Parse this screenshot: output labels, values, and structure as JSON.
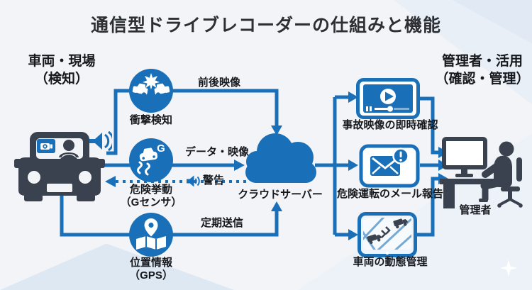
{
  "title": "通信型ドライブレコーダーの仕組みと機能",
  "vehicle_side": {
    "header_line1": "車両・現場",
    "header_line2": "（検知）",
    "impact": {
      "label": "衝撃検知",
      "flow_label": "前後映像"
    },
    "g_sensor": {
      "label_line1": "危険挙動",
      "label_line2": "（Gセンサ）",
      "g_letter": "G",
      "flow_label": "データ・映像",
      "warning_label": "警告"
    },
    "gps": {
      "label_line1": "位置情報",
      "label_line2": "（GPS）",
      "flow_label": "定期送信"
    }
  },
  "cloud": {
    "label": "クラウドサーバー"
  },
  "admin_side": {
    "header_line1": "管理者・活用",
    "header_line2": "（確認・管理）",
    "video_check": {
      "label": "事故映像の即時確認"
    },
    "mail_report": {
      "label": "危険運転のメール報告"
    },
    "fleet_management": {
      "label": "車両の動態管理"
    },
    "manager_label": "管理者"
  },
  "colors": {
    "primary_blue": "#1a70b8",
    "dark_navy": "#39424e",
    "background": "#f2f4f7"
  }
}
